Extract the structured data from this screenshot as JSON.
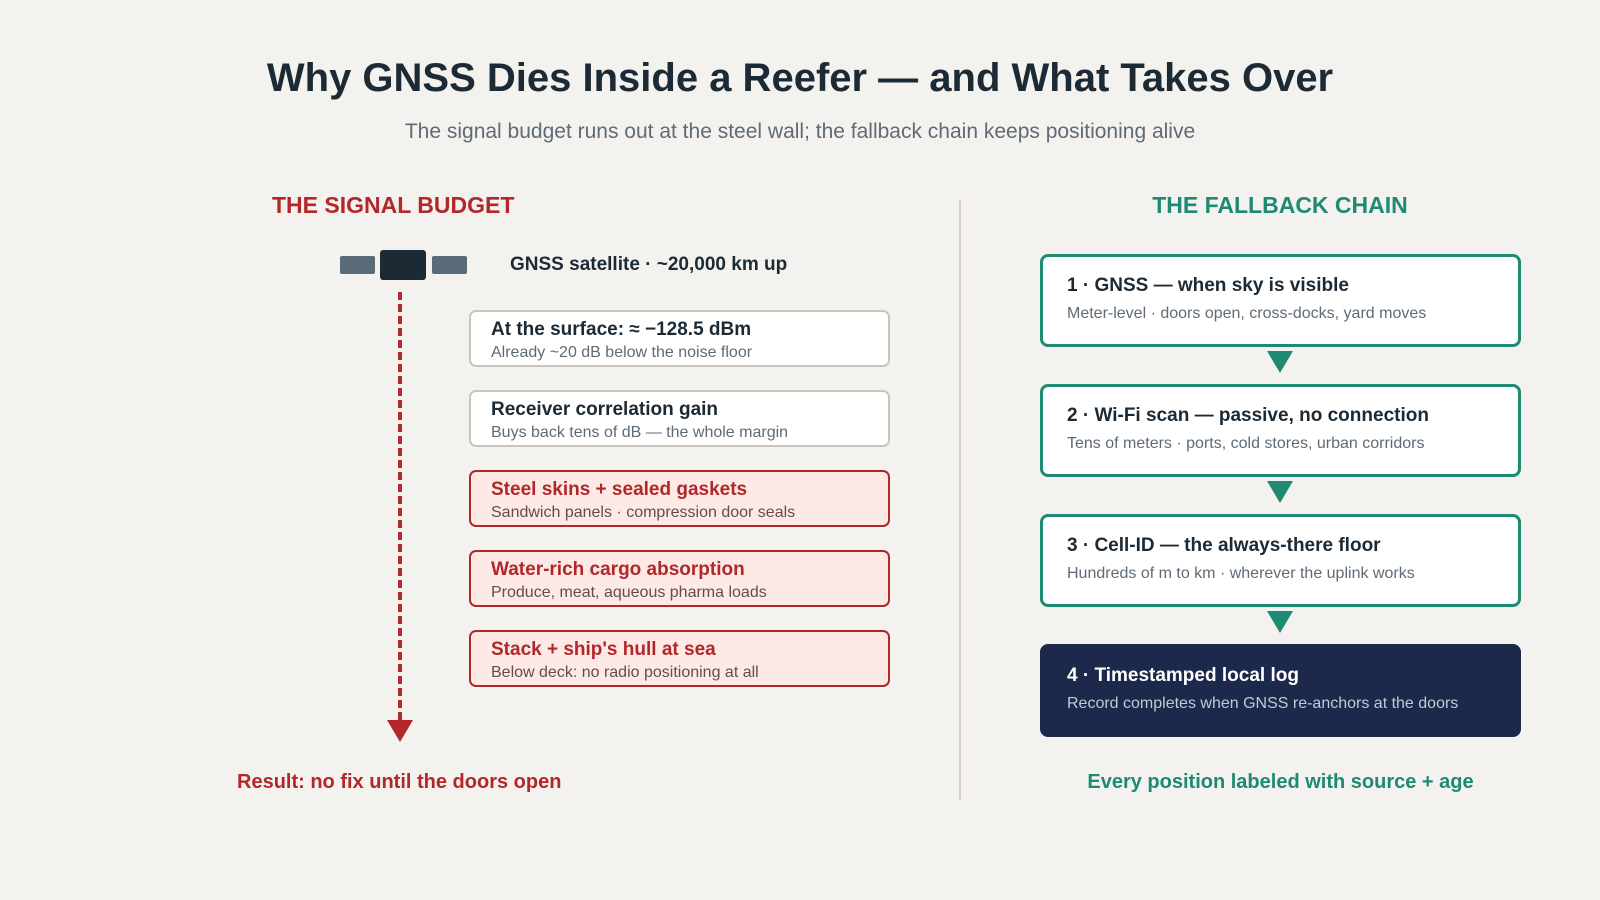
{
  "title": "Why GNSS Dies Inside a Reefer — and What Takes Over",
  "subtitle": "The signal budget runs out at the steel wall; the fallback chain keeps positioning alive",
  "left": {
    "heading": "THE SIGNAL BUDGET",
    "satellite_label": "GNSS satellite · ~20,000 km up",
    "steps": [
      {
        "title": "At the surface: ≈ −128.5 dBm",
        "subtitle": "Already ~20 dB below the noise floor",
        "kind": "neutral"
      },
      {
        "title": "Receiver correlation gain",
        "subtitle": "Buys back tens of dB — the whole margin",
        "kind": "neutral"
      },
      {
        "title": "Steel skins + sealed gaskets",
        "subtitle": "Sandwich panels · compression door seals",
        "kind": "loss"
      },
      {
        "title": "Water-rich cargo absorption",
        "subtitle": "Produce, meat, aqueous pharma loads",
        "kind": "loss"
      },
      {
        "title": "Stack + ship's hull at sea",
        "subtitle": "Below deck: no radio positioning at all",
        "kind": "loss"
      }
    ],
    "result": "Result: no fix until the doors open"
  },
  "right": {
    "heading": "THE FALLBACK CHAIN",
    "steps": [
      {
        "title": "1 · GNSS — when sky is visible",
        "subtitle": "Meter-level · doors open, cross-docks, yard moves"
      },
      {
        "title": "2 · Wi-Fi scan — passive, no connection",
        "subtitle": "Tens of meters · ports, cold stores, urban corridors"
      },
      {
        "title": "3 · Cell-ID — the always-there floor",
        "subtitle": "Hundreds of m to km · wherever the uplink works"
      },
      {
        "title": "4 · Timestamped local log",
        "subtitle": "Record completes when GNSS re-anchors at the doors"
      }
    ],
    "result": "Every position labeled with source + age"
  },
  "colors": {
    "loss_red": "#b1272a",
    "fallback_teal": "#1e8a74",
    "final_navy": "#1c294a",
    "background": "#f4f2ee"
  }
}
